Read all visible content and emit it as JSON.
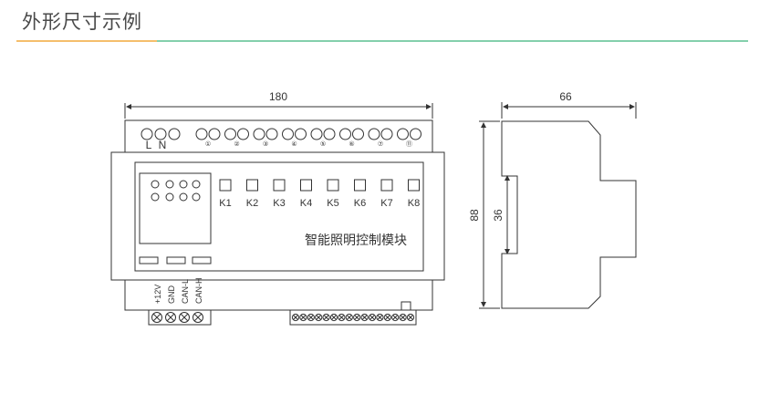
{
  "header": {
    "title": "外形尺寸示例",
    "accent_color": "#3bb27a",
    "underline_color": "#f2a93b"
  },
  "front_view": {
    "width_dim": "180",
    "power_labels": [
      "L",
      "N"
    ],
    "output_terminal_numbers": [
      "①",
      "②",
      "③",
      "④",
      "⑤",
      "⑥",
      "⑦",
      "⑪"
    ],
    "key_labels": [
      "K1",
      "K2",
      "K3",
      "K4",
      "K5",
      "K6",
      "K7",
      "K8"
    ],
    "module_name": "智能照明控制模块",
    "bus_labels": [
      "+12V",
      "GND",
      "CAN-L",
      "CAN-H"
    ]
  },
  "side_view": {
    "width_dim": "66",
    "height_dim": "88",
    "rail_dim": "36"
  }
}
